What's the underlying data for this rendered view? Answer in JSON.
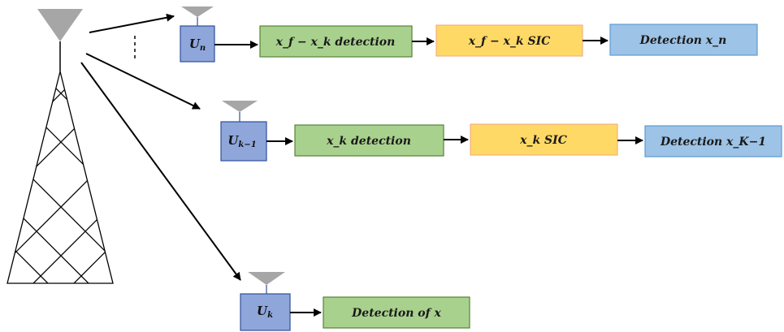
{
  "colors": {
    "user_fill": "#8FA6DB",
    "user_stroke": "#2F4F9A",
    "detect_fill": "#A9D18E",
    "detect_stroke": "#548235",
    "sic_fill": "#FFD966",
    "sic_stroke": "#F4B183",
    "final_fill": "#9DC3E6",
    "final_stroke": "#5B9BD5",
    "antenna": "#A6A6A6",
    "line": "#000000"
  },
  "rows": {
    "top": {
      "user": {
        "base": "U",
        "sub": "n"
      },
      "stage1": "x_f − x_k detection",
      "stage2": "x_f − x_k SIC",
      "final": "Detection  x_n"
    },
    "middle": {
      "user": {
        "base": "U",
        "sub": "k−1"
      },
      "stage1": "x_k detection",
      "stage2": "x_k SIC",
      "final": "Detection x_K−1"
    },
    "bottom": {
      "user": {
        "base": "U",
        "sub": "k"
      },
      "final": "Detection of x"
    }
  }
}
